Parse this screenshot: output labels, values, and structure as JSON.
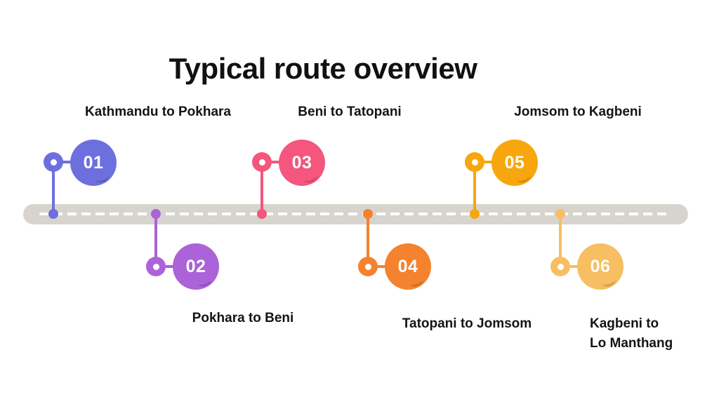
{
  "slide": {
    "title": "Typical route overview"
  },
  "timeline": {
    "road_color": "#D7D4CE",
    "dash_color": "#FFFFFF",
    "markers": [
      {
        "number": "01",
        "label": "Kathmandu to Pokhara",
        "color": "#6E6FDE",
        "side": "above"
      },
      {
        "number": "02",
        "label": "Pokhara to Beni",
        "color": "#AC62D8",
        "side": "below"
      },
      {
        "number": "03",
        "label": "Beni to Tatopani",
        "color": "#F4567E",
        "side": "above"
      },
      {
        "number": "04",
        "label": "Tatopani to Jomsom",
        "color": "#F5822E",
        "side": "below"
      },
      {
        "number": "05",
        "label": "Jomsom to Kagbeni",
        "color": "#F7A70D",
        "side": "above"
      },
      {
        "number": "06",
        "label_lines": [
          "Kagbeni to",
          "Lo Manthang"
        ],
        "color": "#F7BE62",
        "side": "below"
      }
    ]
  }
}
